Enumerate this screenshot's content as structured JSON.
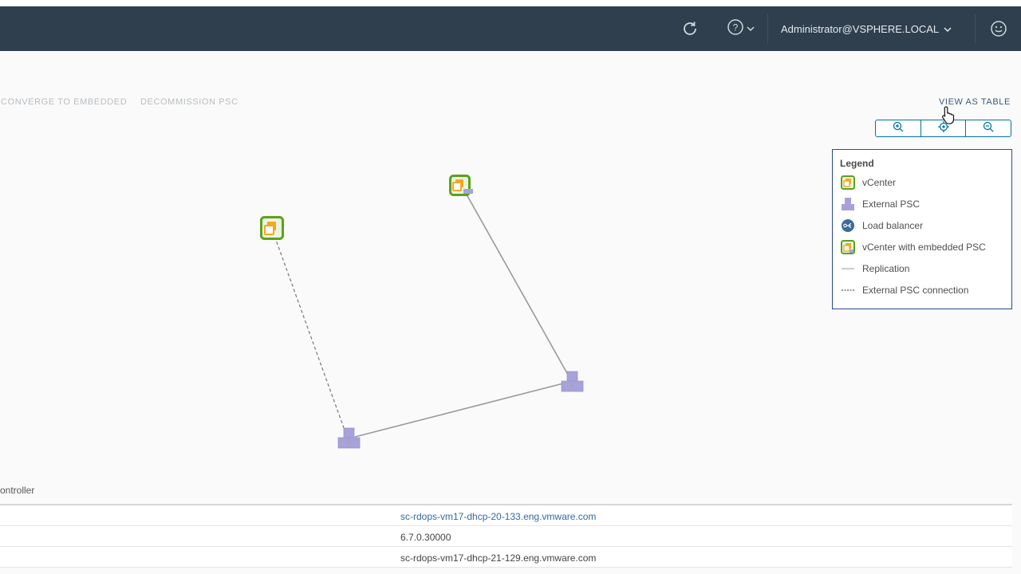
{
  "header": {
    "user": "Administrator@VSPHERE.LOCAL",
    "icons": [
      "refresh-icon",
      "help-icon",
      "chevron-down-icon",
      "smiley-feedback-icon"
    ]
  },
  "actions": {
    "converge": "CONVERGE TO EMBEDDED",
    "decommission": "DECOMMISSION PSC",
    "view_as_table": "VIEW AS TABLE"
  },
  "zoom": {
    "icons": [
      "zoom-in-icon",
      "center-icon",
      "zoom-out-icon"
    ]
  },
  "legend": {
    "title": "Legend",
    "items": [
      {
        "label": "vCenter",
        "icon": "vcenter-icon"
      },
      {
        "label": "External PSC",
        "icon": "external-psc-icon"
      },
      {
        "label": "Load balancer",
        "icon": "load-balancer-icon"
      },
      {
        "label": "vCenter with embedded PSC",
        "icon": "vcenter-embedded-psc-icon"
      },
      {
        "label": "Replication",
        "icon": "replication-line-icon"
      },
      {
        "label": "External PSC connection",
        "icon": "external-psc-connection-icon"
      }
    ]
  },
  "details": {
    "section_label": "ontroller",
    "rows": [
      {
        "value": "sc-rdops-vm17-dhcp-20-133.eng.vmware.com",
        "link": true
      },
      {
        "value": "6.7.0.30000",
        "link": false
      },
      {
        "value": "sc-rdops-vm17-dhcp-21-129.eng.vmware.com",
        "link": false
      }
    ]
  },
  "colors": {
    "header_bg": "#2f3f4d",
    "accent": "#0072a3",
    "vcenter_green": "#5aa220",
    "vcenter_orange": "#f6a623",
    "psc_purple": "#a7a2d8"
  }
}
